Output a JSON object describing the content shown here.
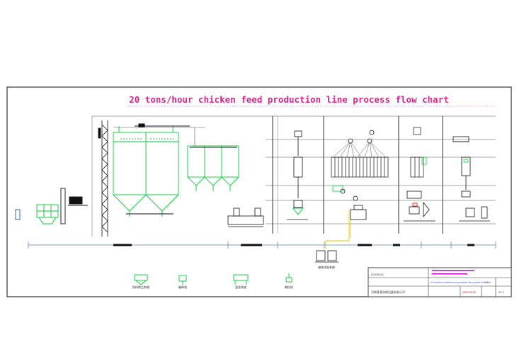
{
  "title": "20 tons/hour chicken feed production line process flow chart",
  "colors": {
    "title": "#e0218a",
    "frame": "#333333",
    "equipment": "#00cc33",
    "lines": "#4d4d4d",
    "yellow_pipe": "#e6c800",
    "magenta": "#cc00cc",
    "blue": "#3355cc",
    "dark": "#111111"
  },
  "legend": {
    "items": [
      {
        "label": "投料除尘系统",
        "sub": "",
        "icon": "dust-collector-icon"
      },
      {
        "label": "破碎机",
        "sub": "",
        "icon": "crusher-icon"
      },
      {
        "label": "混合系统",
        "sub": "",
        "icon": "mixer-icon"
      },
      {
        "label": "制粒机",
        "sub": "",
        "icon": "pellet-mill-icon"
      }
    ]
  },
  "center_label": "液体添加系统",
  "title_block": {
    "project_no": "20200312",
    "drawing_title": "20 tons/hour chicken feed production line process flow chart",
    "company": "河南某某机械设备有限公司",
    "scale": "1:1",
    "sheet": "01-1",
    "date": "2020.03.12"
  }
}
